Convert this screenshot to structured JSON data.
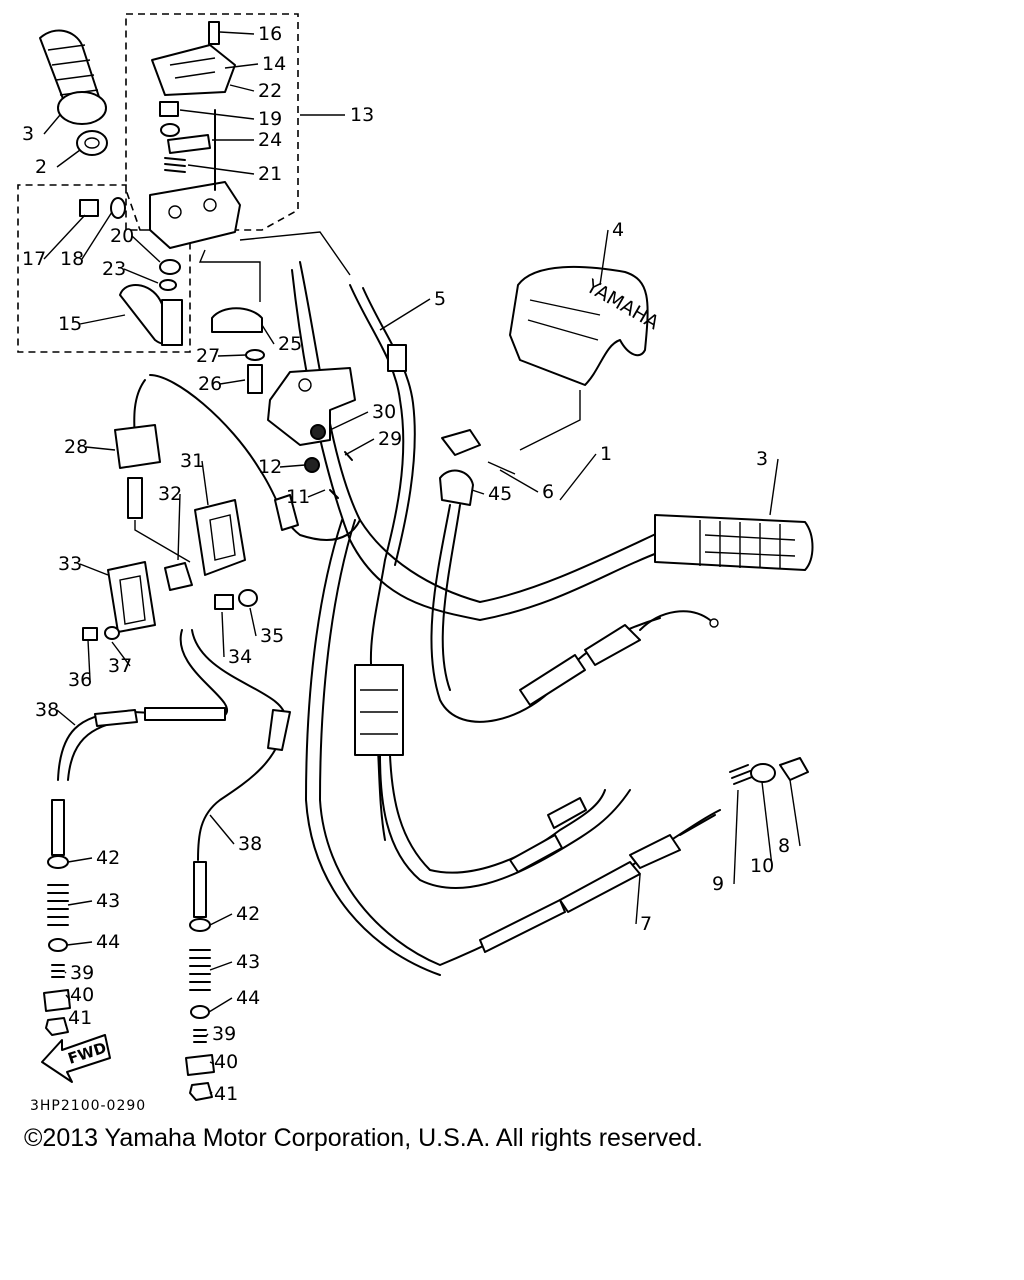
{
  "diagram": {
    "callouts": [
      "1",
      "2",
      "3",
      "3",
      "4",
      "5",
      "6",
      "7",
      "8",
      "9",
      "10",
      "11",
      "12",
      "13",
      "14",
      "15",
      "16",
      "17",
      "18",
      "19",
      "20",
      "21",
      "22",
      "23",
      "24",
      "25",
      "26",
      "27",
      "28",
      "29",
      "30",
      "31",
      "32",
      "33",
      "34",
      "35",
      "36",
      "37",
      "38",
      "38",
      "39",
      "39",
      "40",
      "40",
      "41",
      "41",
      "42",
      "42",
      "43",
      "43",
      "44",
      "44",
      "45"
    ],
    "logo_text": "YAMAHA",
    "fwd_text": "FWD",
    "drawing_code": "3HP2100-0290"
  },
  "footer": {
    "copyright": "©2013 Yamaha Motor Corporation, U.S.A. All rights reserved."
  }
}
